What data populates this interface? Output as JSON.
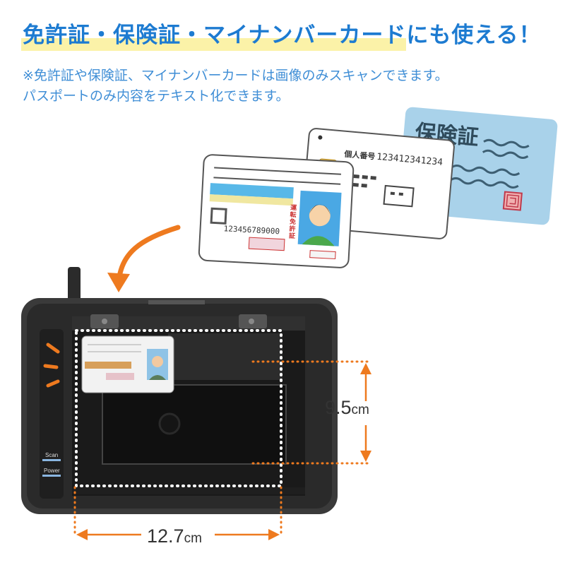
{
  "headline": "免許証・保険証・マイナンバーカードにも使える！",
  "notes": [
    "※免許証や保険証、マイナンバーカードは画像のみスキャンできます。",
    "パスポートのみ内容をテキスト化できます。"
  ],
  "cards": {
    "insurance": {
      "title": "保険証"
    },
    "mynumber": {
      "label": "個人番号",
      "number": "123412341234"
    },
    "license": {
      "number": "123456789000",
      "side_text": "運転免許証"
    }
  },
  "scanner": {
    "scan_label": "Scan",
    "power_label": "Power"
  },
  "dimensions": {
    "height_value": "9.5",
    "height_unit": "cm",
    "width_value": "12.7",
    "width_unit": "cm"
  },
  "colors": {
    "headline": "#1d7bd1",
    "note": "#3f8ed6",
    "highlight": "#fbf2a8",
    "accent_orange": "#ee7a1f",
    "insurance_card": "#a9d2ea"
  }
}
